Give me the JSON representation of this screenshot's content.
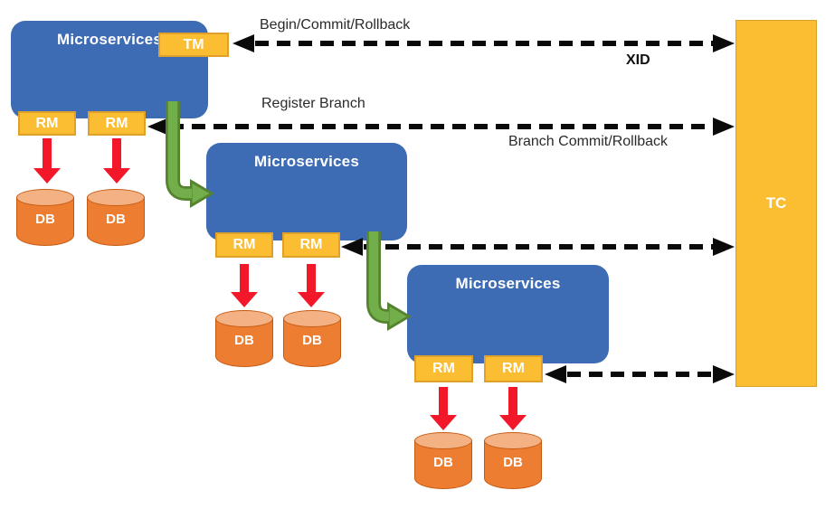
{
  "diagram": {
    "services": [
      {
        "label": "Microservices"
      },
      {
        "label": "Microservices"
      },
      {
        "label": "Microservices"
      }
    ],
    "tm_label": "TM",
    "rm_label": "RM",
    "db_label": "DB",
    "tc_label": "TC",
    "connectors": {
      "tm_tc": {
        "label": "Begin/Commit/Rollback",
        "sublabel": "XID"
      },
      "rm_tc": {
        "label": "Register Branch",
        "sublabel": "Branch Commit/Rollback"
      }
    },
    "colors": {
      "service_blue": "#3D6CB4",
      "coordinator_yellow": "#FBBD31",
      "db_orange": "#EC7D31",
      "db_top_orange": "#F4B183",
      "arrow_red": "#F2182A",
      "flow_green": "#72AE49",
      "flow_green_dark": "#55832F",
      "connector_black": "#0A0A0A"
    }
  }
}
